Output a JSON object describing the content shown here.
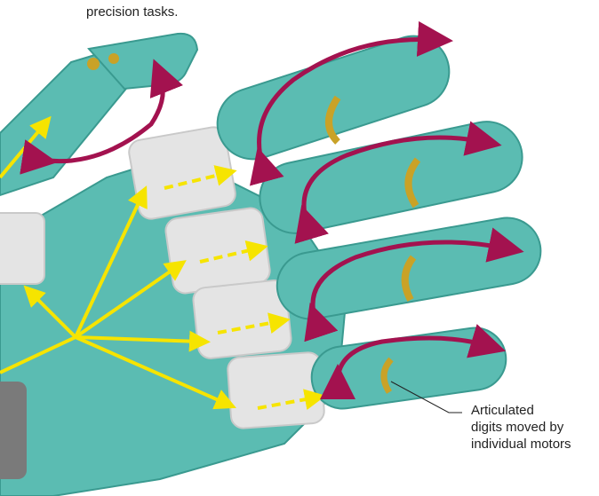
{
  "captions": {
    "top": "precision tasks.",
    "digits_line1": "Articulated",
    "digits_line2": "digits moved by",
    "digits_line3": "individual motors"
  },
  "colors": {
    "teal": "#5bbcb2",
    "teal_dark": "#3a9a90",
    "joint_grey": "#e4e4e4",
    "joint_edge": "#c9c9c9",
    "gold": "#c9a227",
    "motion_arrow": "#a3124f",
    "signal_arrow": "#f6e400"
  },
  "icons": [
    "motion-arrow",
    "signal-arrow",
    "motor-joint"
  ]
}
